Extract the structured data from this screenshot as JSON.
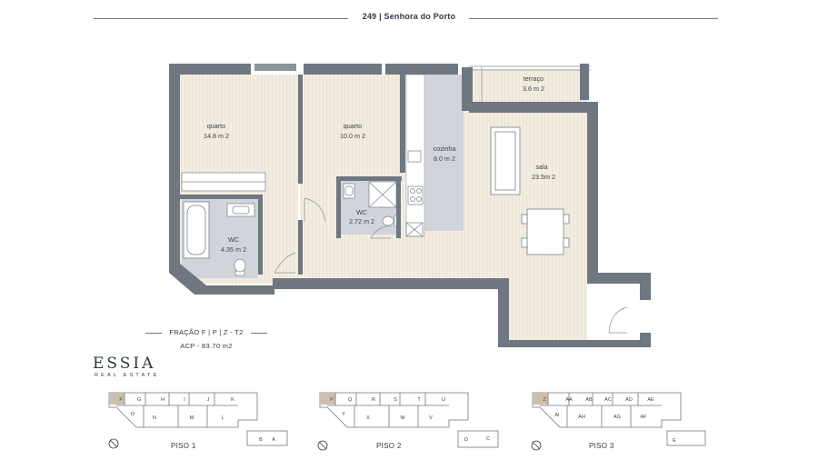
{
  "header": {
    "title": "249 | Senhora do Porto"
  },
  "unit": {
    "fraction": "FRAÇÃO F | P | Z - T2",
    "area": "ACP - 83.70 m2"
  },
  "brand": {
    "name": "ESSIA",
    "subtitle": "REAL ESTATE"
  },
  "rooms": {
    "quarto1": {
      "name": "quarto",
      "area": "14.8 m 2"
    },
    "quarto2": {
      "name": "quarto",
      "area": "10.0 m 2"
    },
    "cozinha": {
      "name": "cozinha",
      "area": "8.0 m 2"
    },
    "sala": {
      "name": "sala",
      "area": "23.5m 2"
    },
    "terraco": {
      "name": "terraço",
      "area": "3.6 m 2"
    },
    "wc1": {
      "name": "WC",
      "area": "4.35 m 2"
    },
    "wc2": {
      "name": "WC",
      "area": "2.72 m 2"
    }
  },
  "floors": [
    {
      "label": "PISO 1",
      "top": [
        "F",
        "G",
        "H",
        "I",
        "J",
        "K"
      ],
      "bottom": [
        "O",
        "N",
        "M",
        "L"
      ],
      "annex": [
        "B",
        "A"
      ]
    },
    {
      "label": "PISO 2",
      "top": [
        "P",
        "Q",
        "R",
        "S",
        "T",
        "U"
      ],
      "bottom": [
        "Y",
        "X",
        "W",
        "V"
      ],
      "annex": [
        "D",
        "C"
      ]
    },
    {
      "label": "PISO 3",
      "top": [
        "Z",
        "AA",
        "AB",
        "AC",
        "AD",
        "AE"
      ],
      "bottom": [
        "AI",
        "AH",
        "AG",
        "AF"
      ],
      "annex": [
        "E"
      ]
    }
  ],
  "colors": {
    "wall": "#6f7780",
    "floor": "#f3ede1",
    "wet": "#d1d4da",
    "highlight": "#cdbfae",
    "text": "#333b44"
  }
}
